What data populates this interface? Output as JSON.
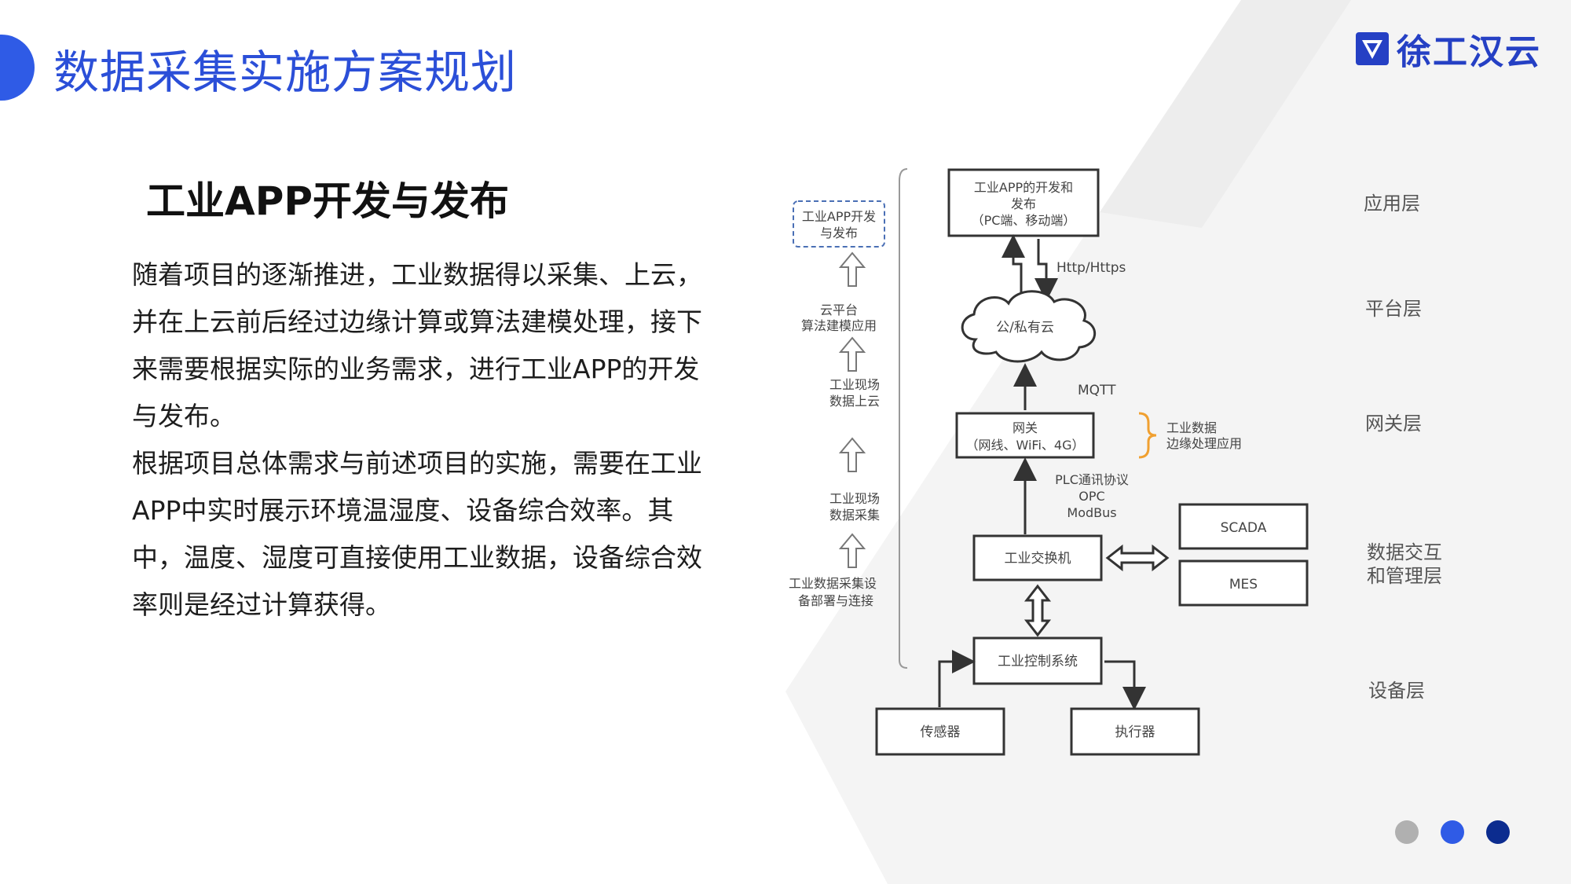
{
  "header": {
    "title": "数据采集实施方案规划",
    "logo_text": "徐工汉云",
    "accent": "#2f5be6"
  },
  "content": {
    "section_title": "工业APP开发与发布",
    "paragraph1": "随着项目的逐渐推进，工业数据得以采集、上云，并在上云前后经过边缘计算或算法建模处理，接下来需要根据实际的业务需求，进行工业APP的开发与发布。",
    "paragraph2": "根据项目总体需求与前述项目的实施，需要在工业APP中实时展示环境温湿度、设备综合效率。其中，温度、湿度可直接使用工业数据，设备综合效率则是经过计算获得。"
  },
  "diagram": {
    "app_box": [
      "工业APP的开发和",
      "发布",
      "（PC端、移动端）"
    ],
    "protocol_http": "Http/Https",
    "cloud_label": "公/私有云",
    "protocol_mqtt": "MQTT",
    "gateway_box": [
      "网关",
      "（网线、WiFi、4G）"
    ],
    "edge_label": [
      "工业数据",
      "边缘处理应用"
    ],
    "protocol_plc": [
      "PLC通讯协议",
      "OPC",
      "ModBus"
    ],
    "scada": "SCADA",
    "mes": "MES",
    "switch_box": "工业交换机",
    "control_box": "工业控制系统",
    "sensor_box": "传感器",
    "actuator_box": "执行器",
    "steps": [
      [
        "工业APP开发",
        "与发布"
      ],
      [
        "云平台",
        "算法建模应用"
      ],
      [
        "工业现场",
        "数据上云"
      ],
      [
        "工业现场",
        "数据采集"
      ],
      [
        "工业数据采集设",
        "备部署与连接"
      ]
    ]
  },
  "layers": [
    "应用层",
    "平台层",
    "网关层",
    "数据交互",
    "和管理层",
    "设备层"
  ],
  "pagination": {
    "colors": [
      "#b0b0b0",
      "#2f5be6",
      "#0c2c8f"
    ]
  }
}
